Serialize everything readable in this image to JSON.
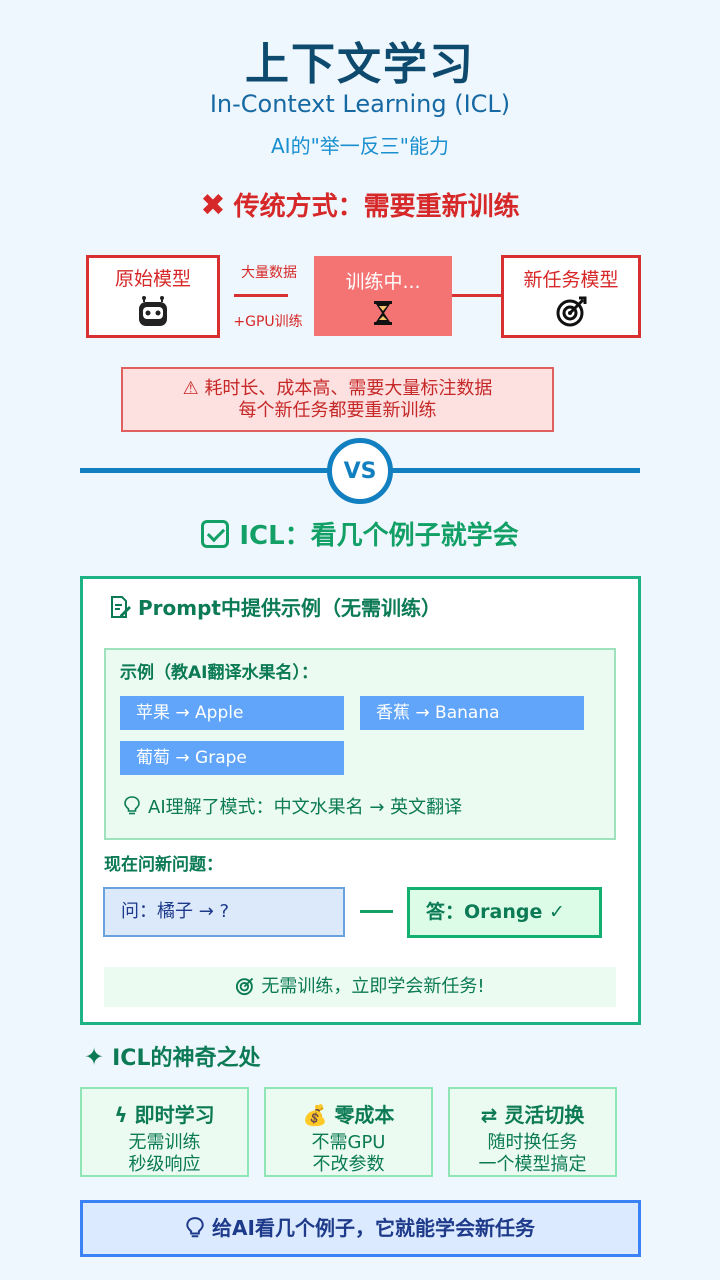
{
  "header": {
    "title": "上下文学习",
    "subtitle": "In-Context Learning (ICL)",
    "tagline": "AI的\"举一反三\"能力"
  },
  "traditional": {
    "heading": "传统方式：需要重新训练",
    "heading_icon": "cross-mark-icon",
    "original_model": "原始模型",
    "original_icon": "robot-icon",
    "arrow_top": "大量数据",
    "arrow_bottom": "+GPU训练",
    "training": "训练中...",
    "training_icon": "hourglass-icon",
    "new_model": "新任务模型",
    "new_model_icon": "target-icon",
    "warning_icon": "warning-icon",
    "warning_line1": "耗时长、成本高、需要大量标注数据",
    "warning_line2": "每个新任务都要重新训练"
  },
  "vs": "VS",
  "icl": {
    "heading": "ICL：看几个例子就学会",
    "heading_icon": "check-box-icon",
    "prompt_heading": "Prompt中提供示例（无需训练）",
    "prompt_icon": "edit-document-icon",
    "examples_title": "示例（教AI翻译水果名）：",
    "examples": [
      "苹果 → Apple",
      "香蕉 → Banana",
      "葡萄 → Grape"
    ],
    "insight": "AI理解了模式：中文水果名 → 英文翻译",
    "insight_icon": "lightbulb-icon",
    "new_question_label": "现在问新问题：",
    "question": "问：橘子 → ?",
    "answer": "答：Orange ✓",
    "tip": "无需训练，立即学会新任务!",
    "tip_icon": "target-icon"
  },
  "magic": {
    "heading": "ICL的神奇之处",
    "heading_icon": "sparkles-icon",
    "features": [
      {
        "icon": "lightning-icon",
        "title": "即时学习",
        "line1": "无需训练",
        "line2": "秒级响应"
      },
      {
        "icon": "money-bag-icon",
        "title": "零成本",
        "line1": "不需GPU",
        "line2": "不改参数"
      },
      {
        "icon": "switch-icon",
        "title": "灵活切换",
        "line1": "随时换任务",
        "line2": "一个模型搞定"
      }
    ]
  },
  "summary": {
    "icon": "lightbulb-icon",
    "text": "给AI看几个例子，它就能学会新任务"
  },
  "colors": {
    "title": "#0d4a6e",
    "traditional_red": "#d62828",
    "icl_green": "#12a066",
    "accent_blue": "#127fc0"
  }
}
